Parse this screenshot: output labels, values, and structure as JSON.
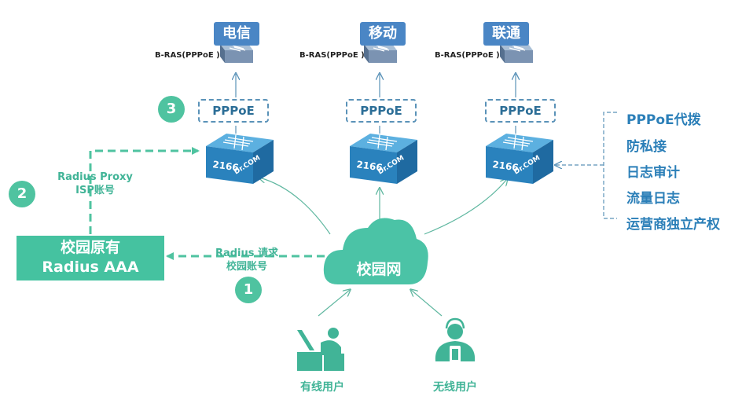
{
  "isps": [
    {
      "name": "电信",
      "bras_label": "B-RAS(PPPoE )",
      "pppoe_label": "PPPoE",
      "device_model": "2166",
      "device_brand": "Dr.COM"
    },
    {
      "name": "移动",
      "bras_label": "B-RAS(PPPoE )",
      "pppoe_label": "PPPoE",
      "device_model": "2166",
      "device_brand": "Dr.COM"
    },
    {
      "name": "联通",
      "bras_label": "B-RAS(PPPoE )",
      "pppoe_label": "PPPoE",
      "device_model": "2166",
      "device_brand": "Dr.COM"
    }
  ],
  "steps": [
    "1",
    "2",
    "3"
  ],
  "radius_proxy": {
    "line1": "Radius Proxy",
    "line2": "ISP账号"
  },
  "radius_request": {
    "line1": "Radius 请求",
    "line2": "校园账号"
  },
  "aaa": {
    "line1": "校园原有",
    "line2": "Radius AAA"
  },
  "cloud": {
    "label": "校园网"
  },
  "users": {
    "wired": "有线用户",
    "wireless": "无线用户"
  },
  "features": [
    "PPPoE代拨",
    "防私接",
    "日志审计",
    "流量日志",
    "运营商独立产权"
  ],
  "colors": {
    "isp_label": "#4a86c5",
    "green": "#45c2a0",
    "device_front": "#2a82bd",
    "device_top": "#5cb0e0",
    "dashed_line": "#4fc3a0",
    "feature_text": "#2b7fb8"
  }
}
